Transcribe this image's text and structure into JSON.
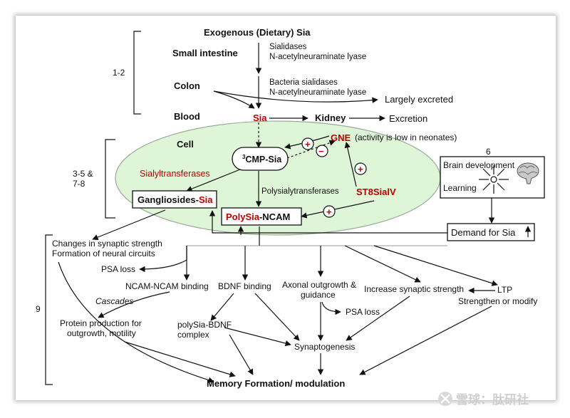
{
  "sources": {
    "exogenous": "Exogenous (Dietary) Sia",
    "small_intestine": "Small intestine",
    "enzymes_1": "Sialidases",
    "enzymes_2": "N-acetylneuraminate lyase",
    "colon": "Colon",
    "bacteria_1": "Bacteria sialidases",
    "bacteria_2": "N-acetylneuraminate lyase",
    "largely_excreted": "Largely excreted",
    "blood": "Blood",
    "sia": "Sia",
    "kidney": "Kidney",
    "excretion": "Excretion"
  },
  "brackets": {
    "b1": "1-2",
    "b2a": "3-5 &",
    "b2b": "7-8",
    "b3": "9",
    "b6": "6"
  },
  "cell": {
    "label": "Cell",
    "cmp_sup": "3",
    "cmp": "CMP-Sia",
    "gne": "GNE",
    "gne_note": "(activity is low in neonates)",
    "sialyltransferases": "Sialyltransferases",
    "polysialyltransferases": "Polysialytransferases",
    "st8": "ST8SialV",
    "gang_1": "Gangliosides-",
    "gang_2": "Sia",
    "poly_1": "PolySia",
    "poly_2": "-NCAM",
    "plus": "+",
    "minus": "−"
  },
  "brain": {
    "development": "Brain development",
    "learning": "Learning",
    "demand": "Demand for Sia"
  },
  "effects": {
    "changes_1": "Changes in synaptic strength",
    "changes_2": "Formation of neural circuits",
    "psa_loss_1": "PSA loss",
    "ncam_binding": "NCAM-NCAM binding",
    "bdnf_binding": "BDNF binding",
    "axonal_1": "Axonal outgrowth &",
    "axonal_2": "guidance",
    "increase_syn": "Increase synaptic strength",
    "ltp": "LTP",
    "strengthen": "Strengthen or modify",
    "cascades": "Cascades",
    "protein_1": "Protein production for",
    "protein_2": "outgrowth, motility",
    "polysia_1": "polySia-BDNF",
    "polysia_2": "complex",
    "psa_loss_2": "PSA loss",
    "synaptogenesis": "Synaptogenesis",
    "memory": "Memory Formation/ modulation"
  },
  "watermark": "雪球：肽研社",
  "colors": {
    "accent_red": "#c00000",
    "cell_fill": "#dff5d8",
    "cell_stroke": "#9aaa98"
  }
}
